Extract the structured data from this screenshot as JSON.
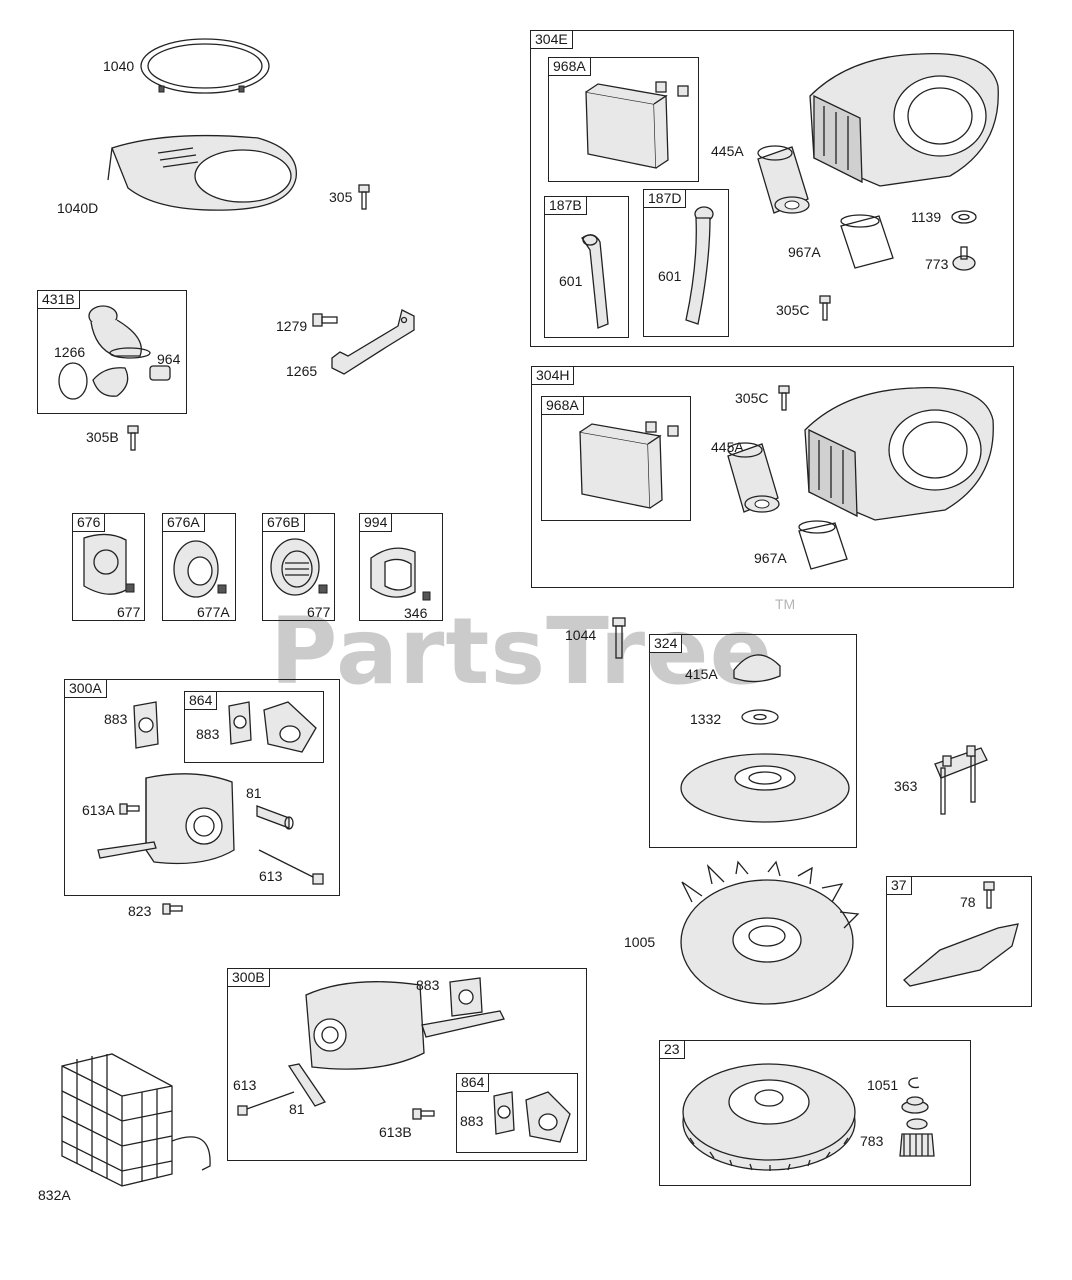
{
  "watermark": {
    "text": "PartsTree",
    "trademark": "TM"
  },
  "boxes": {
    "b431B": "431B",
    "b676": "676",
    "b676A": "676A",
    "b676B": "676B",
    "b994": "994",
    "b300A": "300A",
    "b864a": "864",
    "b300B": "300B",
    "b864b": "864",
    "b304E": "304E",
    "b968Aa": "968A",
    "b187B": "187B",
    "b187D": "187D",
    "b304H": "304H",
    "b968Ab": "968A",
    "b324": "324",
    "b37": "37",
    "b23": "23"
  },
  "parts": {
    "p1040": "1040",
    "p1040D": "1040D",
    "p305": "305",
    "p1266": "1266",
    "p964": "964",
    "p305B": "305B",
    "p1279": "1279",
    "p1265": "1265",
    "p677a": "677",
    "p677A": "677A",
    "p677b": "677",
    "p346": "346",
    "p883a": "883",
    "p883b": "883",
    "p613A": "613A",
    "p81a": "81",
    "p613a": "613",
    "p823": "823",
    "p883c": "883",
    "p613b": "613",
    "p81b": "81",
    "p613B": "613B",
    "p883d": "883",
    "p832A": "832A",
    "p445Aa": "445A",
    "p601a": "601",
    "p601b": "601",
    "p1139": "1139",
    "p967Aa": "967A",
    "p773": "773",
    "p305Ca": "305C",
    "p305Cb": "305C",
    "p445Ab": "445A",
    "p967Ab": "967A",
    "p1044": "1044",
    "p415A": "415A",
    "p1332": "1332",
    "p363": "363",
    "p1005": "1005",
    "p78": "78",
    "p1051": "1051",
    "p783": "783"
  }
}
